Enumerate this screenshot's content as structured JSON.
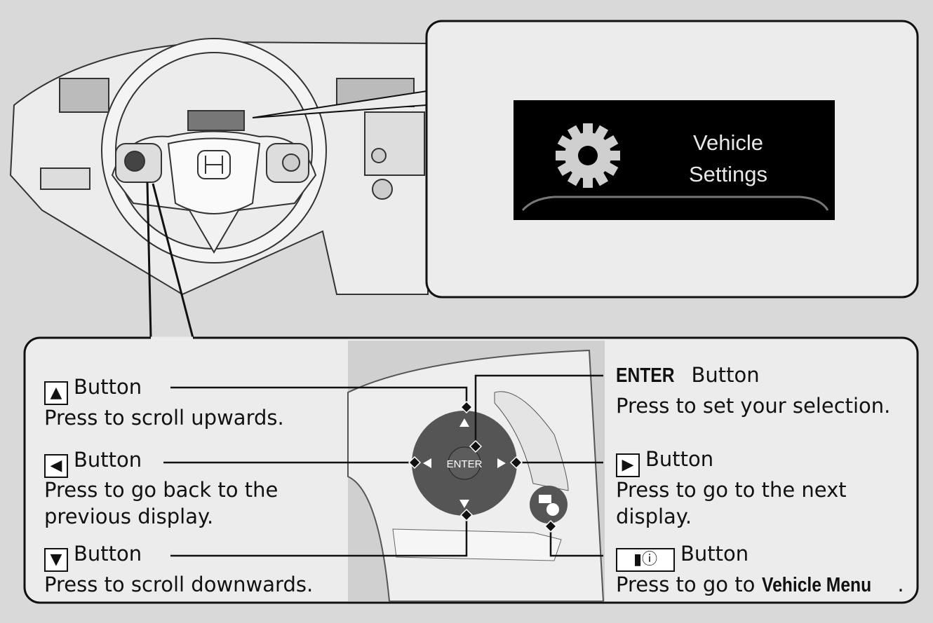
{
  "display": {
    "line1": "Vehicle",
    "line2": "Settings",
    "icon": "gear-icon"
  },
  "controls": {
    "up": {
      "glyph": "▲",
      "label": "Button",
      "desc": "Press to scroll upwards."
    },
    "left": {
      "glyph": "◀",
      "label": "Button",
      "desc1": "Press to go back to the",
      "desc2": "previous display."
    },
    "down": {
      "glyph": "▼",
      "label": "Button",
      "desc": "Press to scroll downwards."
    },
    "enter": {
      "name": "ENTER",
      "label": "Button",
      "desc": "Press to set your selection."
    },
    "right": {
      "glyph": "▶",
      "label": "Button",
      "desc1": "Press to go to the next",
      "desc2": "display."
    },
    "info": {
      "icon": "info-menu-icon",
      "label": "Button",
      "desc_prefix": "Press to go to",
      "desc_bold": "Vehicle Menu",
      "desc_suffix": "."
    }
  },
  "wheel_labels": {
    "enter": "ENTER"
  }
}
